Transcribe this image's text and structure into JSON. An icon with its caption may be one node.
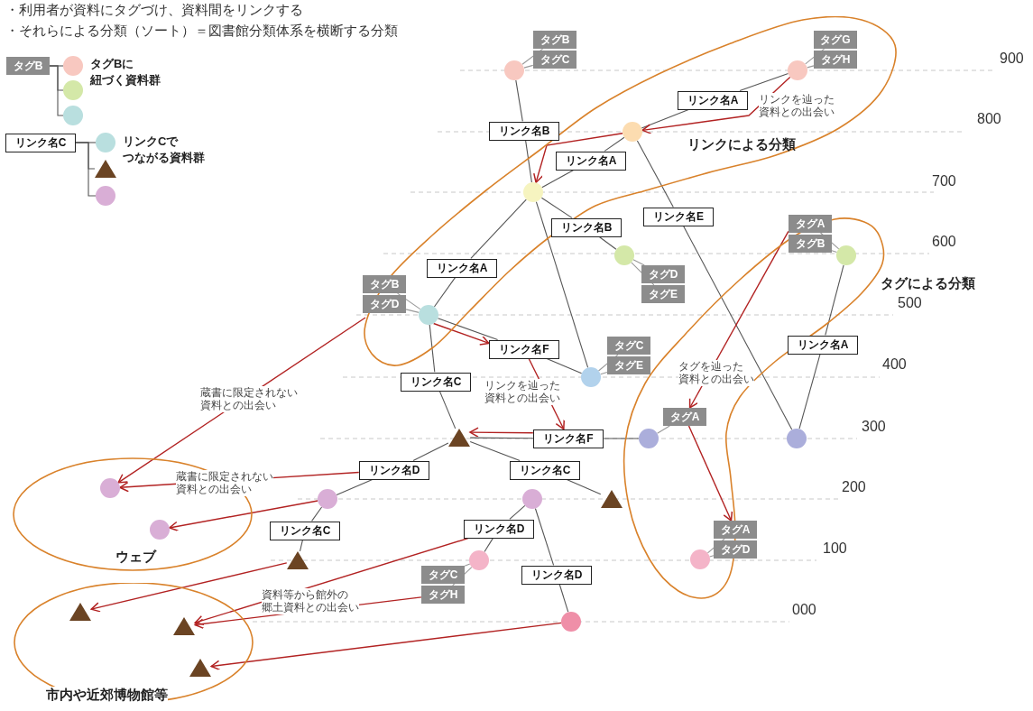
{
  "diagram": {
    "nodes": [
      {
        "text": [
          "リンクによる分類"
        ]
      },
      {
        "text": [
          "タグによる分類"
        ]
      },
      {
        "text": [
          "ウェブ"
        ]
      },
      {
        "text": [
          "市内や近郊博物館等"
        ]
      },
      {
        "text": [],
        "shape": "circle"
      },
      {
        "text": [
          "タグB"
        ]
      },
      {
        "text": [
          "タグC"
        ]
      },
      {
        "text": [
          "リンク名B"
        ]
      },
      {
        "text": [
          "タグG"
        ],
        "in": 0
      },
      {
        "text": [
          "タグH"
        ],
        "in": 0
      },
      {
        "text": [],
        "shape": "circle",
        "in": 0
      },
      {
        "text": [
          "リンク名A"
        ],
        "in": 0
      },
      {
        "text": [],
        "shape": "circle",
        "in": 0
      },
      {
        "text": [
          "リンク名A"
        ],
        "in": 0
      },
      {
        "text": [],
        "shape": "circle",
        "in": 0
      },
      {
        "text": [
          "リンク名A"
        ],
        "in": 0
      },
      {
        "text": [
          "タグB"
        ],
        "in": 0
      },
      {
        "text": [
          "タグD"
        ],
        "in": 0
      },
      {
        "text": [],
        "shape": "circle",
        "in": 0
      },
      {
        "text": [
          "リンク名E"
        ]
      },
      {
        "text": [
          "リンク名B"
        ]
      },
      {
        "text": [],
        "shape": "circle"
      },
      {
        "text": [
          "タグD"
        ]
      },
      {
        "text": [
          "タグE"
        ]
      },
      {
        "text": [
          "リンク名F"
        ]
      },
      {
        "text": [
          "タグC"
        ]
      },
      {
        "text": [
          "タグE"
        ]
      },
      {
        "text": [],
        "shape": "circle"
      },
      {
        "text": [
          "リンク名C"
        ]
      },
      {
        "text": [],
        "shape": "triangle"
      },
      {
        "text": [
          "リンク名F"
        ]
      },
      {
        "text": [
          "タグA"
        ],
        "in": 1
      },
      {
        "text": [
          "タグB"
        ],
        "in": 1
      },
      {
        "text": [],
        "shape": "circle",
        "in": 1
      },
      {
        "text": [
          "タグA"
        ],
        "in": 1
      },
      {
        "text": [],
        "shape": "circle",
        "in": 1
      },
      {
        "text": [
          "タグA"
        ],
        "in": 1
      },
      {
        "text": [
          "タグD"
        ],
        "in": 1
      },
      {
        "text": [],
        "shape": "circle",
        "in": 1
      },
      {
        "text": [
          "リンク名A"
        ]
      },
      {
        "text": [],
        "shape": "circle"
      },
      {
        "text": [
          "リンク名D"
        ]
      },
      {
        "text": [
          "リンク名C"
        ]
      },
      {
        "text": [],
        "shape": "circle"
      },
      {
        "text": [],
        "shape": "circle"
      },
      {
        "text": [],
        "shape": "triangle"
      },
      {
        "text": [
          "リンク名C"
        ]
      },
      {
        "text": [
          "リンク名D"
        ]
      },
      {
        "text": [],
        "shape": "triangle"
      },
      {
        "text": [],
        "shape": "circle"
      },
      {
        "text": [
          "タグC"
        ]
      },
      {
        "text": [
          "タグH"
        ]
      },
      {
        "text": [
          "リンク名D"
        ]
      },
      {
        "text": [],
        "shape": "circle"
      },
      {
        "text": [],
        "shape": "circle",
        "in": 2
      },
      {
        "text": [],
        "shape": "circle",
        "in": 2
      },
      {
        "text": [],
        "shape": "triangle",
        "in": 3
      },
      {
        "text": [],
        "shape": "triangle",
        "in": 3
      },
      {
        "text": [],
        "shape": "triangle",
        "in": 3
      },
      {
        "text": [
          "タグB"
        ]
      },
      {
        "text": [],
        "shape": "circle"
      },
      {
        "text": [],
        "shape": "circle"
      },
      {
        "text": [],
        "shape": "circle"
      },
      {
        "text": [
          "リンク名C"
        ]
      },
      {
        "text": [],
        "shape": "circle"
      },
      {
        "text": [],
        "shape": "triangle"
      },
      {
        "text": [],
        "shape": "circle"
      }
    ],
    "edges": [
      {
        "from": 5,
        "to": 4,
        "arrow": "none",
        "color": "#999999"
      },
      {
        "from": 6,
        "to": 4,
        "arrow": "none",
        "color": "#999999"
      },
      {
        "from": 8,
        "to": 10,
        "arrow": "none",
        "color": "#999999"
      },
      {
        "from": 9,
        "to": 10,
        "arrow": "none",
        "color": "#999999"
      },
      {
        "from": 16,
        "to": 18,
        "arrow": "none",
        "color": "#999999"
      },
      {
        "from": 17,
        "to": 18,
        "arrow": "none",
        "color": "#999999"
      },
      {
        "from": 21,
        "to": 22,
        "arrow": "none",
        "color": "#999999"
      },
      {
        "from": 21,
        "to": 23,
        "arrow": "none",
        "color": "#999999"
      },
      {
        "from": 27,
        "to": 25,
        "arrow": "none",
        "color": "#999999"
      },
      {
        "from": 27,
        "to": 26,
        "arrow": "none",
        "color": "#999999"
      },
      {
        "from": 31,
        "to": 33,
        "arrow": "none",
        "color": "#999999"
      },
      {
        "from": 32,
        "to": 33,
        "arrow": "none",
        "color": "#999999"
      },
      {
        "from": 34,
        "to": 35,
        "arrow": "none",
        "color": "#999999"
      },
      {
        "from": 36,
        "to": 38,
        "arrow": "none",
        "color": "#999999"
      },
      {
        "from": 37,
        "to": 38,
        "arrow": "none",
        "color": "#999999"
      },
      {
        "from": 49,
        "to": 50,
        "arrow": "none",
        "color": "#999999"
      },
      {
        "from": 49,
        "to": 51,
        "arrow": "none",
        "color": "#999999"
      },
      {
        "from": 4,
        "to": 7,
        "arrow": "none"
      },
      {
        "from": 7,
        "to": 14,
        "arrow": "none"
      },
      {
        "from": 10,
        "to": 11,
        "arrow": "none"
      },
      {
        "from": 11,
        "to": 12,
        "arrow": "none"
      },
      {
        "from": 12,
        "to": 13,
        "arrow": "none"
      },
      {
        "from": 13,
        "to": 14,
        "arrow": "none"
      },
      {
        "from": 12,
        "to": 19,
        "arrow": "none"
      },
      {
        "from": 19,
        "to": 40,
        "arrow": "none"
      },
      {
        "from": 14,
        "to": 20,
        "arrow": "none"
      },
      {
        "from": 20,
        "to": 21,
        "arrow": "none"
      },
      {
        "from": 14,
        "to": 15,
        "arrow": "none"
      },
      {
        "from": 15,
        "to": 18,
        "arrow": "none"
      },
      {
        "from": 14,
        "to": 27,
        "arrow": "none"
      },
      {
        "from": 18,
        "to": 24,
        "arrow": "none"
      },
      {
        "from": 24,
        "to": 27,
        "arrow": "none"
      },
      {
        "from": 18,
        "to": 28,
        "arrow": "none"
      },
      {
        "from": 28,
        "to": 29,
        "arrow": "none"
      },
      {
        "from": 29,
        "to": 30,
        "arrow": "none"
      },
      {
        "from": 30,
        "to": 35,
        "arrow": "none"
      },
      {
        "from": 33,
        "to": 39,
        "arrow": "none"
      },
      {
        "from": 39,
        "to": 40,
        "arrow": "none"
      },
      {
        "from": 29,
        "to": 41,
        "arrow": "none"
      },
      {
        "from": 41,
        "to": 43,
        "arrow": "none"
      },
      {
        "from": 29,
        "to": 42,
        "arrow": "none"
      },
      {
        "from": 42,
        "to": 45,
        "arrow": "none"
      },
      {
        "from": 43,
        "to": 46,
        "arrow": "none"
      },
      {
        "from": 46,
        "to": 48,
        "arrow": "none"
      },
      {
        "from": 44,
        "to": 47,
        "arrow": "none"
      },
      {
        "from": 47,
        "to": 49,
        "arrow": "none"
      },
      {
        "from": 44,
        "to": 52,
        "arrow": "none"
      },
      {
        "from": 52,
        "to": 53,
        "arrow": "none"
      },
      {
        "from": 59,
        "to": 60,
        "arrow": "none"
      },
      {
        "from": 59,
        "to": 61,
        "arrow": "none"
      },
      {
        "from": 59,
        "to": 62,
        "arrow": "none"
      },
      {
        "from": 63,
        "to": 64,
        "arrow": "none"
      },
      {
        "from": 63,
        "to": 65,
        "arrow": "none"
      },
      {
        "from": 63,
        "to": 66,
        "arrow": "none"
      },
      {
        "from": 10,
        "to": 12,
        "arrow": "to",
        "color": "#b22222",
        "label": "リンクを辿った資料との出会い"
      },
      {
        "from": 12,
        "to": 14,
        "arrow": "to",
        "color": "#b22222"
      },
      {
        "from": 18,
        "to": 24,
        "arrow": "to",
        "color": "#b22222"
      },
      {
        "from": 24,
        "to": 30,
        "arrow": "to",
        "color": "#b22222",
        "label": "リンクを辿った資料との出会い"
      },
      {
        "from": 30,
        "to": 29,
        "arrow": "to",
        "color": "#b22222"
      },
      {
        "from": 0,
        "to": 54,
        "arrow": "to",
        "color": "#b22222",
        "label": "蔵書に限定されない資料との出会い"
      },
      {
        "from": 41,
        "to": 54,
        "arrow": "to",
        "color": "#b22222",
        "label": "蔵書に限定されない資料との出会い"
      },
      {
        "from": 43,
        "to": 55,
        "arrow": "to",
        "color": "#b22222"
      },
      {
        "from": 48,
        "to": 56,
        "arrow": "to",
        "color": "#b22222"
      },
      {
        "from": 47,
        "to": 57,
        "arrow": "to",
        "color": "#b22222"
      },
      {
        "from": 51,
        "to": 57,
        "arrow": "to",
        "color": "#b22222",
        "label": "資料等から館外の郷土資料との出会い"
      },
      {
        "from": 53,
        "to": 58,
        "arrow": "to",
        "color": "#b22222"
      },
      {
        "from": 31,
        "to": 34,
        "arrow": "to",
        "color": "#b22222",
        "label": "タグを辿った資料との出会い"
      },
      {
        "from": 34,
        "to": 36,
        "arrow": "to",
        "color": "#b22222"
      }
    ],
    "labels": [
      "・利用者が資料にタグづけ、資料間をリンクする",
      "・それらによる分類（ソート）＝図書館分類体系を横断する分類",
      "タグBに紐づく資料群",
      "リンクCでつながる資料群",
      "900",
      "800",
      "700",
      "600",
      "500",
      "400",
      "300",
      "200",
      "100",
      "000"
    ]
  }
}
